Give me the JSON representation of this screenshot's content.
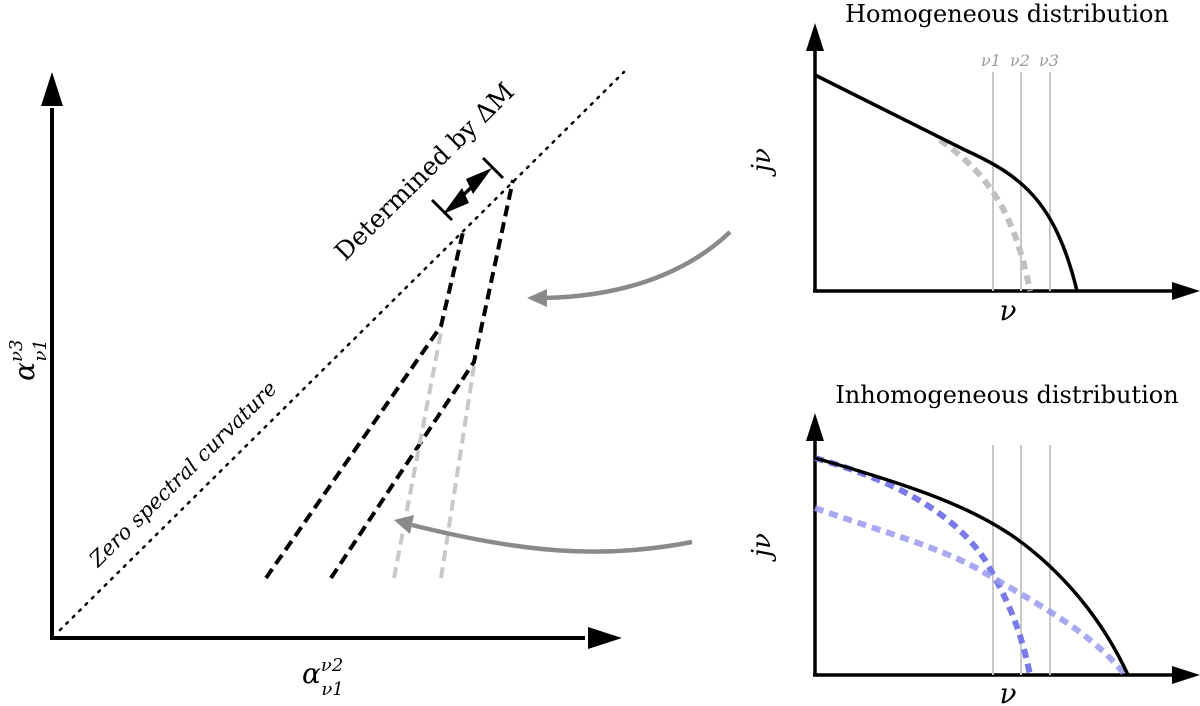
{
  "main_plot": {
    "y_axis_label": "α",
    "y_axis_label_sup": "ν3",
    "y_axis_label_sub": "ν1",
    "x_axis_label": "α",
    "x_axis_label_sup": "ν2",
    "x_axis_label_sub": "ν1",
    "diagonal_label": "Zero spectral curvature",
    "annotation_label": "Determined by ΔM",
    "colors": {
      "black": "#000000",
      "light_gray": "#c8c8c8",
      "arrow_gray": "#8a8a8a"
    }
  },
  "top_panel": {
    "title": "Homogeneous distribution",
    "y_label": "jν",
    "x_label": "ν",
    "freq_labels": [
      "ν1",
      "ν2",
      "ν3"
    ],
    "colors": {
      "curve": "#000000",
      "dashed": "#c0c0c0",
      "freq_lines": "#c8c8c8"
    }
  },
  "bottom_panel": {
    "title": "Inhomogeneous distribution",
    "y_label": "jν",
    "x_label": "ν",
    "colors": {
      "curve": "#000000",
      "dashed_blue": "#6b6be8",
      "dashed_blue_light": "#9a9af0",
      "freq_lines": "#c8c8c8"
    }
  }
}
